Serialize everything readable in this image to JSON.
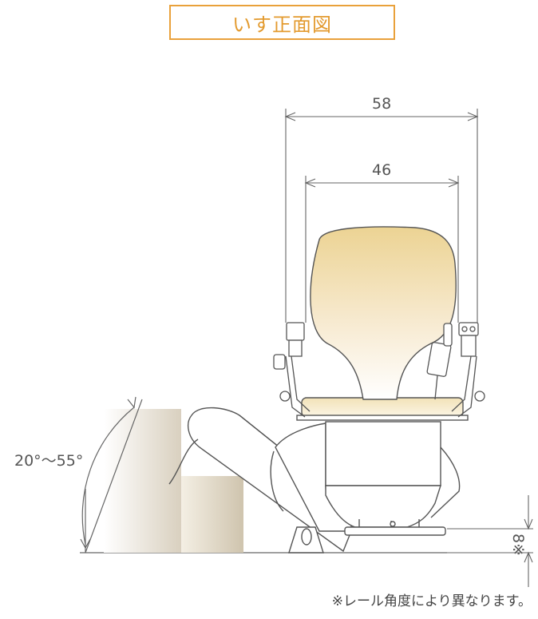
{
  "title": "いす正面図",
  "dimensions": {
    "outer_width": "58",
    "inner_width": "46",
    "floor_clearance": "8※"
  },
  "angle_label": "20°～55°",
  "note": "※レール角度により異なります。",
  "colors": {
    "accent": "#e9a13b",
    "seat_top": "#efd9a2",
    "seat_bottom": "#fdf7e8",
    "line": "#555555"
  }
}
